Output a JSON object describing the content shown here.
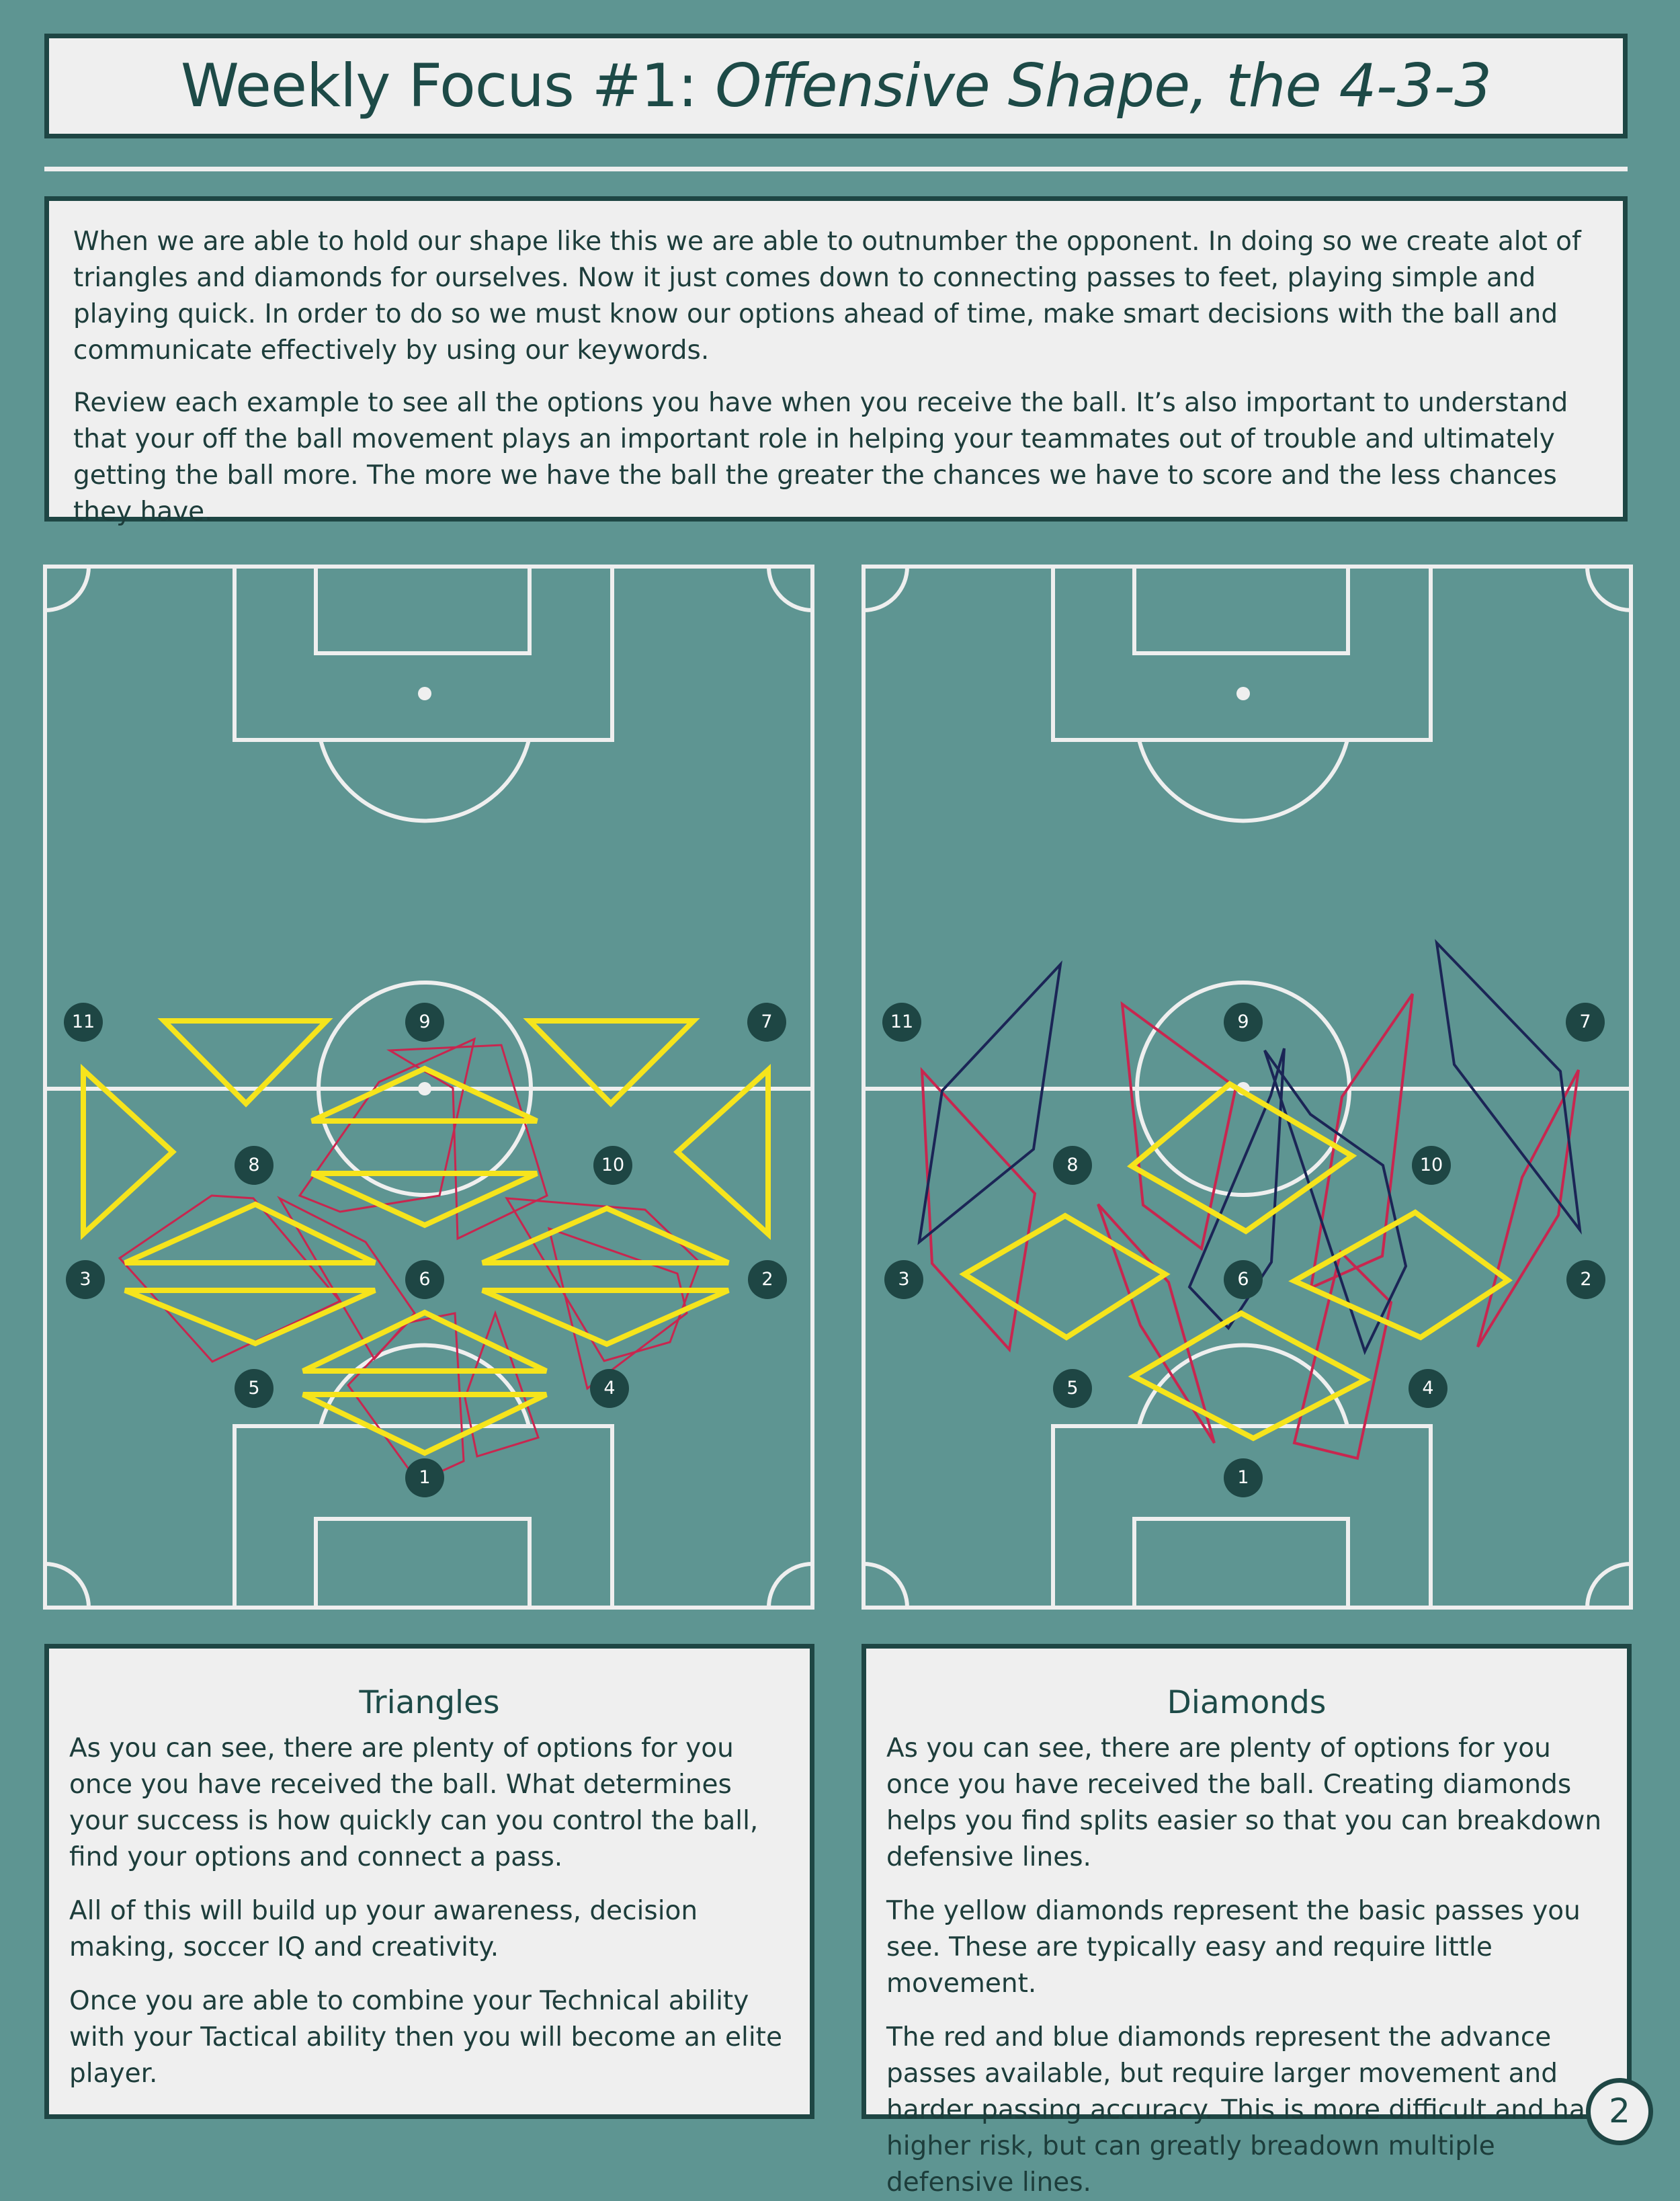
{
  "header": {
    "title_prefix": "Weekly Focus #1: ",
    "title_italic": "Offensive Shape, the 4-3-3"
  },
  "intro": {
    "paragraphs": [
      "When we are able to hold our shape like this we are able to outnumber the opponent. In doing so we create alot of triangles and diamonds for ourselves. Now it just comes down to connecting passes to feet, playing simple and playing quick. In order to do so we must know our options ahead of time, make smart decisions with the ball and communicate effectively by using our keywords.",
      "Review each example to see all the options you have when you receive the ball. It’s also important to understand that your off the ball movement plays an important role in helping your teammates out of trouble and ultimately getting the ball more. The more we have the ball the greater the chances we have to score and the less chances they have."
    ]
  },
  "diagrams": {
    "players": [
      "1",
      "2",
      "3",
      "4",
      "5",
      "6",
      "7",
      "8",
      "9",
      "10",
      "11"
    ],
    "colors": {
      "yellow": "#f6e41c",
      "red": "#c8264f",
      "blue": "#1b2556",
      "field": "#5e9592",
      "lines": "#efefef"
    }
  },
  "triangles": {
    "heading": "Triangles",
    "paragraphs": [
      "As you can see, there are plenty of options for you once you have received the ball. What determines your success is how quickly can you control the ball, find your options and connect a pass.",
      "All of this will build up your awareness, decision making, soccer IQ and creativity.",
      "Once you are able to combine your Technical ability with your Tactical ability then you will become an elite player."
    ]
  },
  "diamonds": {
    "heading": "Diamonds",
    "paragraphs": [
      "As you can see, there are plenty of options for you once you have received the ball. Creating diamonds helps you find splits easier so that you can breakdown defensive lines.",
      "The yellow diamonds represent the basic passes you see. These are typically easy and require little movement.",
      "The red and blue diamonds represent the advance passes available, but require larger movement and harder passing accuracy. This is more difficult and has higher risk, but can greatly breadown multiple defensive lines."
    ]
  },
  "page_number": "2"
}
